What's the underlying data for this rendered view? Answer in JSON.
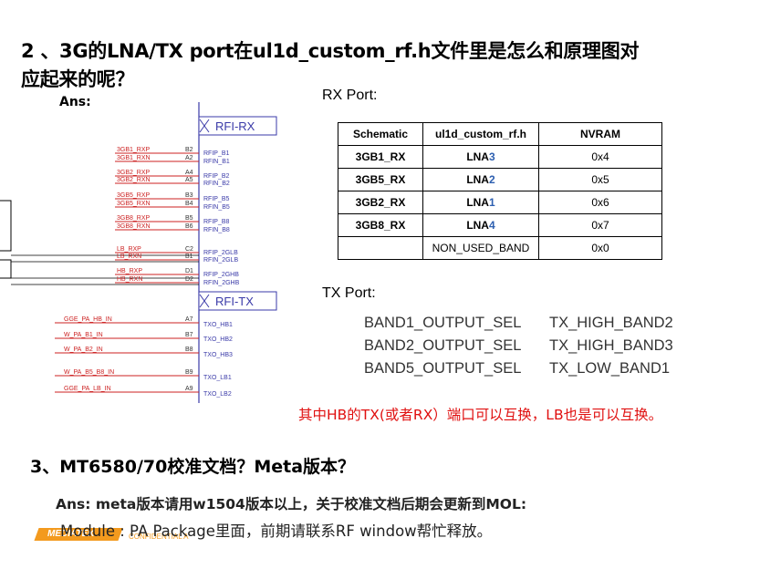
{
  "q2": {
    "title_line1": "2 、3G的LNA/TX port在ul1d_custom_rf.h文件里是怎么和原理图对",
    "title_line2": "应起来的呢？",
    "ans_label": "Ans:"
  },
  "schematic": {
    "rfi_rx": "RFI-RX",
    "rfi_tx": "RFI-TX",
    "rx_nets": [
      "3GB1_RXP",
      "3GB1_RXN",
      "3GB2_RXP",
      "3GB2_RXN",
      "3GB5_RXP",
      "3GB5_RXN",
      "3GB8_RXP",
      "3GB8_RXN",
      "LB_RXP",
      "LB_RXN",
      "HB_RXP",
      "HB_RXN"
    ],
    "rx_pins": [
      "B2",
      "A2",
      "A4",
      "A5",
      "B3",
      "B4",
      "B5",
      "B6",
      "C2",
      "B1",
      "D1",
      "D2"
    ],
    "rx_ports": [
      "RFIP_B1",
      "RFIN_B1",
      "RFIP_B2",
      "RFIN_B2",
      "RFIP_B5",
      "RFIN_B5",
      "RFIP_B8",
      "RFIN_B8",
      "RFIP_2GLB",
      "RFIN_2GLB",
      "RFIP_2GHB",
      "RFIN_2GHB"
    ],
    "tx_nets": [
      "GGE_PA_HB_IN",
      "W_PA_B1_IN",
      "W_PA_B2_IN",
      "W_PA_B5_B8_IN",
      "GGE_PA_LB_IN"
    ],
    "tx_pins": [
      "A7",
      "B7",
      "B8",
      "B9",
      "A9"
    ],
    "tx_ports": [
      "TXO_HB1",
      "TXO_HB2",
      "TXO_HB3",
      "TXO_LB1",
      "TXO_LB2"
    ]
  },
  "rx_port": {
    "label": "RX Port:",
    "headers": [
      "Schematic",
      "ul1d_custom_rf.h",
      "NVRAM"
    ],
    "rows": [
      {
        "schematic": "3GB1_RX",
        "lna_prefix": "LNA",
        "lna_num": "3",
        "nvram": "0x4"
      },
      {
        "schematic": "3GB5_RX",
        "lna_prefix": "LNA",
        "lna_num": "2",
        "nvram": "0x5"
      },
      {
        "schematic": "3GB2_RX",
        "lna_prefix": "LNA",
        "lna_num": "1",
        "nvram": "0x6"
      },
      {
        "schematic": "3GB8_RX",
        "lna_prefix": "LNA",
        "lna_num": "4",
        "nvram": "0x7"
      },
      {
        "schematic": "",
        "lna_prefix": "NON_USED_BAND",
        "lna_num": "",
        "nvram": "0x0"
      }
    ]
  },
  "tx_port": {
    "label": "TX Port:",
    "rows": [
      {
        "band": "BAND1_OUTPUT_SEL",
        "tx": "TX_HIGH_BAND2"
      },
      {
        "band": "BAND2_OUTPUT_SEL",
        "tx": "TX_HIGH_BAND3"
      },
      {
        "band": "BAND5_OUTPUT_SEL",
        "tx": "TX_LOW_BAND1"
      }
    ]
  },
  "note": "其中HB的TX(或者RX）端口可以互换，LB也是可以互换。",
  "q3": {
    "title": "3、MT6580/70校准文档？Meta版本？",
    "ans_line1": "Ans: meta版本请用w1504版本以上，关于校准文档后期会更新到MOL:",
    "ans_line2": "Module : PA Package里面，前期请联系RF window帮忙释放。"
  },
  "footer": {
    "logo": "MEDIATEK",
    "confidential": "CONFIDENTIAL A"
  },
  "colors": {
    "red_net": "#cc2222",
    "blue_port": "#3a3aa8",
    "lna_num_blue": "#2d5fb0",
    "note_red": "#e01010",
    "logo_orange": "#f39a1e"
  }
}
